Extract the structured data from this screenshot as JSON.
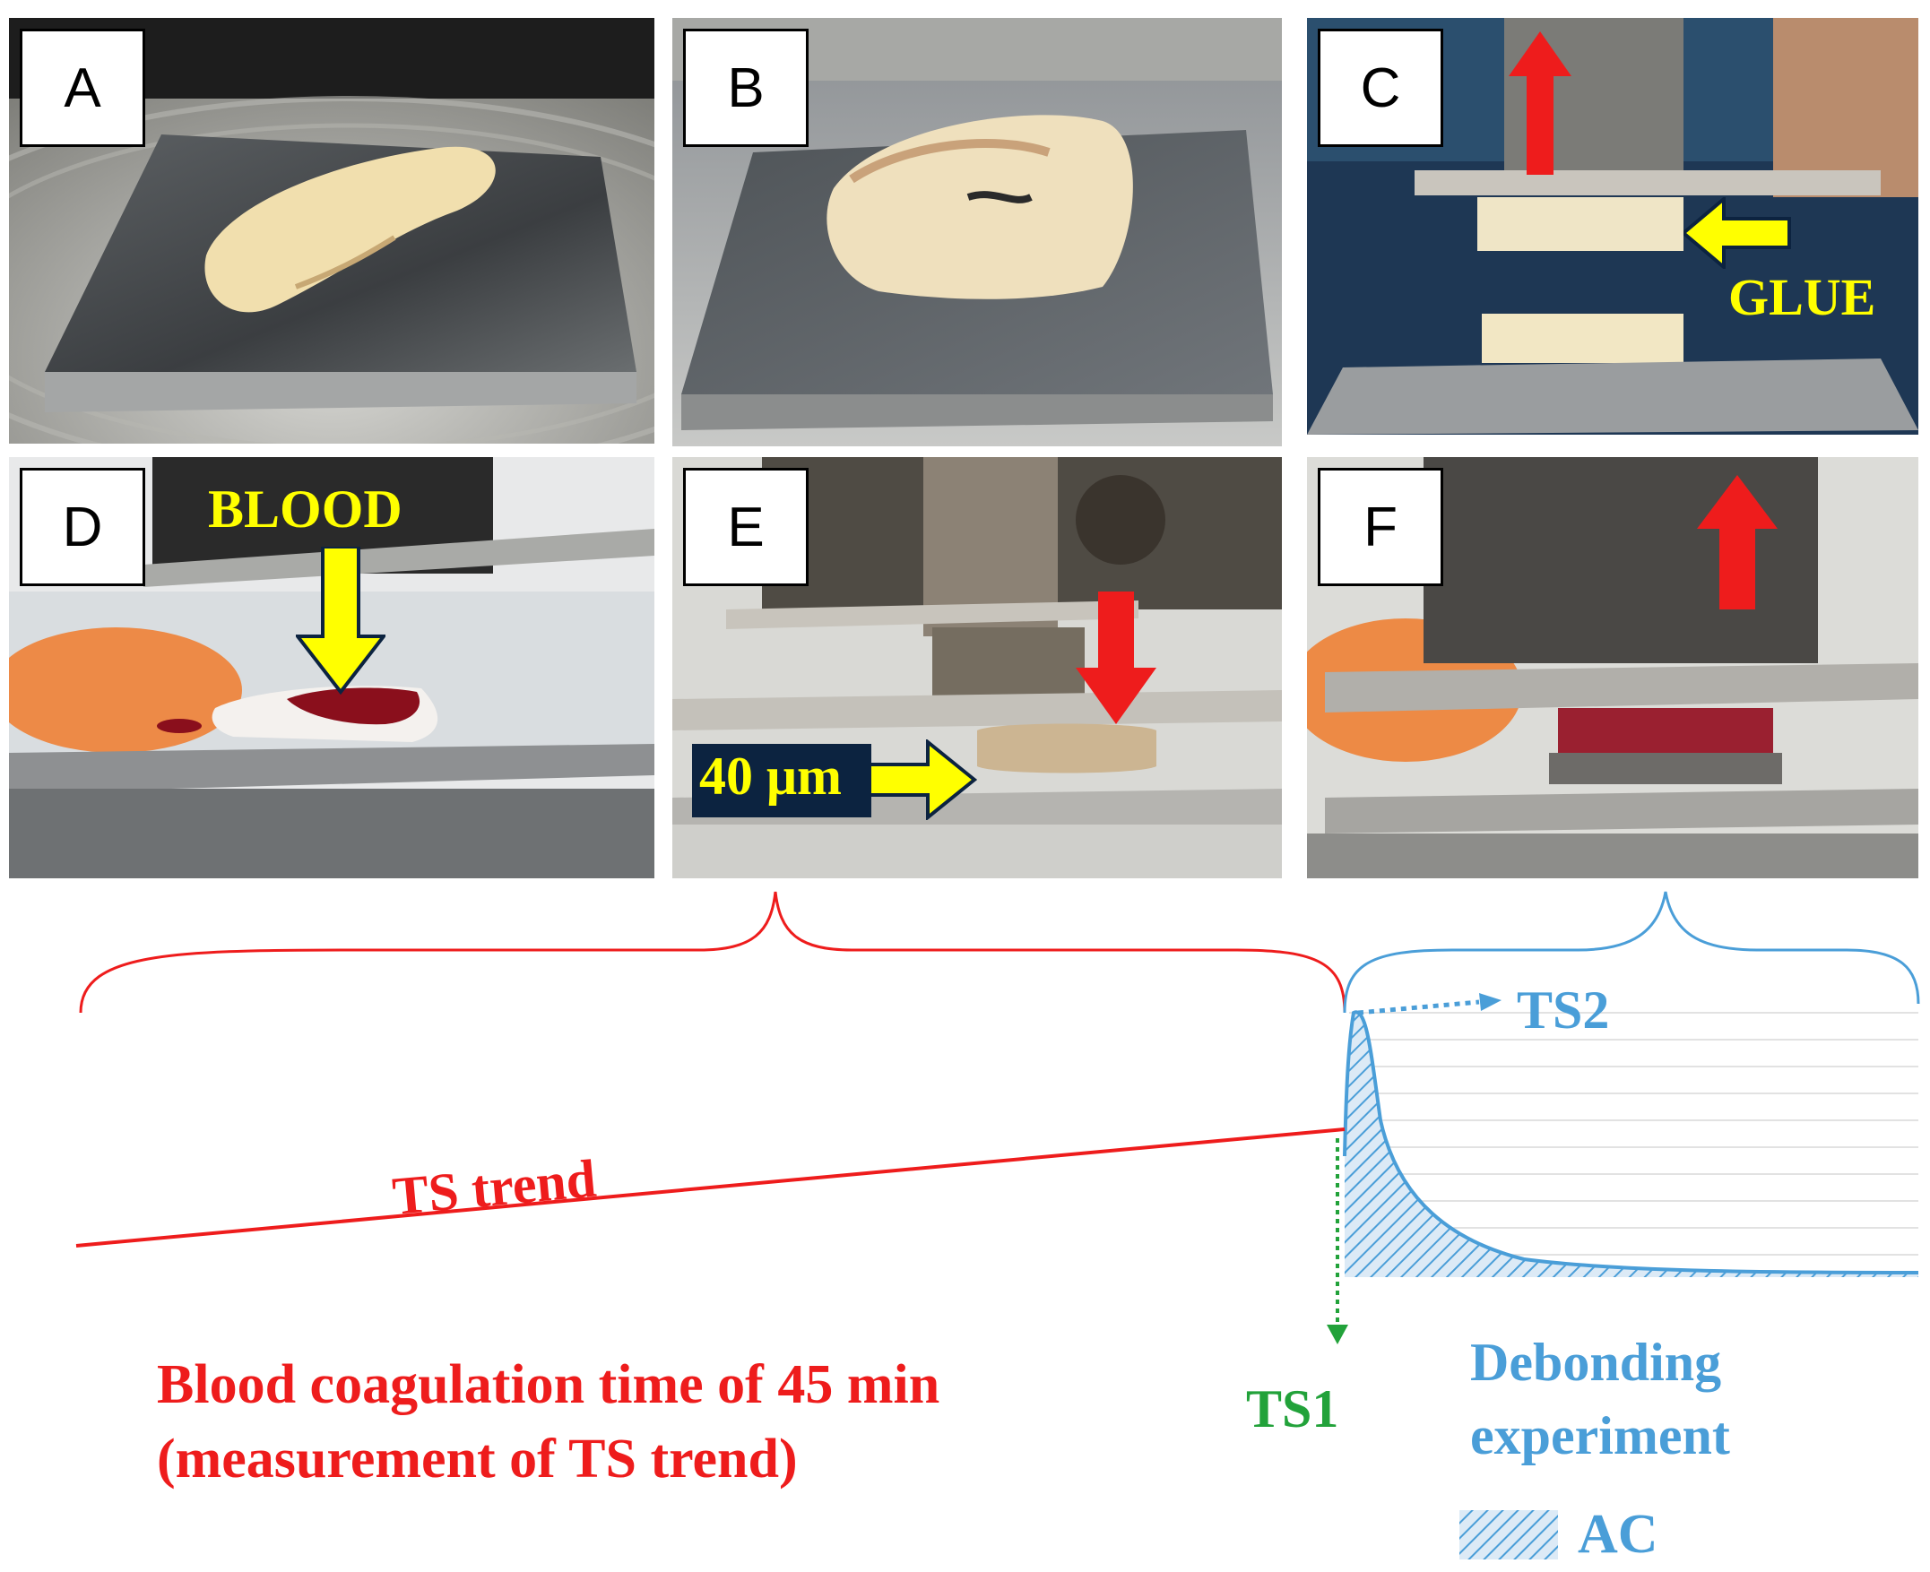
{
  "panels": {
    "A": {
      "label": "A"
    },
    "B": {
      "label": "B"
    },
    "C": {
      "label": "C",
      "annotation": "GLUE"
    },
    "D": {
      "label": "D",
      "annotation": "BLOOD"
    },
    "E": {
      "label": "E",
      "annotation": "40 μm"
    },
    "F": {
      "label": "F"
    }
  },
  "timeline": {
    "ts_trend": "TS trend",
    "ts1": "TS1",
    "ts2": "TS2",
    "coag_line1": "Blood coagulation time of 45 min",
    "coag_line2": "(measurement of TS trend)",
    "debond_line1": "Debonding",
    "debond_line2": "experiment",
    "legend_ac": "AC"
  },
  "colors": {
    "red": "#ee1c1c",
    "blue": "#4a9ed8",
    "green": "#22a23a",
    "yellow": "#ffff00",
    "blood": "#8a0f1c"
  }
}
